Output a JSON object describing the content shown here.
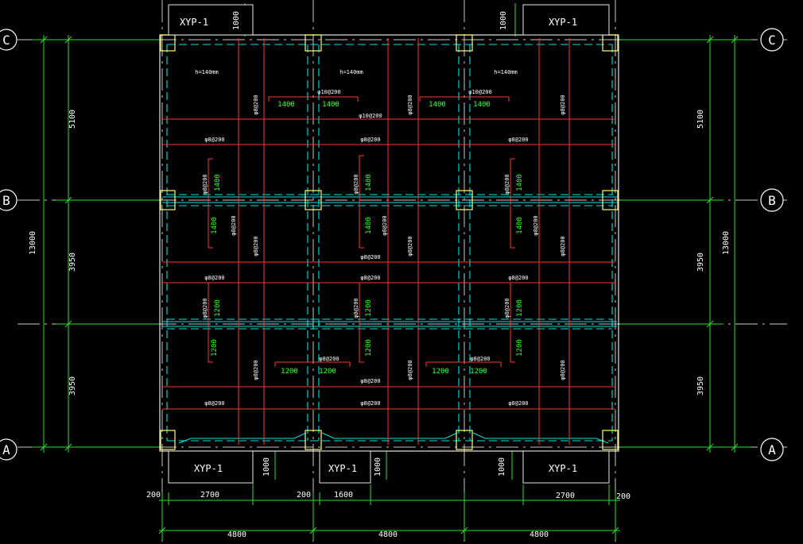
{
  "axes": [
    {
      "id": "C",
      "label": "C"
    },
    {
      "id": "B",
      "label": "B"
    },
    {
      "id": "A",
      "label": "A"
    }
  ],
  "boxes": {
    "top_left": "XYP-1",
    "top_right": "XYP-1",
    "bottom_left": "XYP-1",
    "bottom_mid": "XYP-1",
    "bottom_right": "XYP-1"
  },
  "dims": {
    "left_5100": "5100",
    "left_3950_upper": "3950",
    "left_3950_lower": "3950",
    "left_total": "13000",
    "right_5100": "5100",
    "right_3950_upper": "3950",
    "right_3950_lower": "3950",
    "right_total": "13000",
    "top_1000_left": "1000",
    "top_1000_right": "1000",
    "bottom_1000_left": "1000",
    "bottom_1000_mid": "1000",
    "bottom_1000_right": "1000",
    "b_200_left": "200",
    "b_2700_left": "2700",
    "b_200_mid": "200",
    "b_1600": "1600",
    "b_2700_right": "2700",
    "b_200_right": "200",
    "span_4800_1": "4800",
    "span_4800_2": "4800",
    "span_4800_3": "4800"
  },
  "slab_notes": {
    "h1": "h=140mm",
    "h2": "h=140mm",
    "h3": "h=140mm"
  },
  "rebar": {
    "c1": "φ10@200",
    "c2": "φ10@200",
    "c3": "φ10@200",
    "v1": "φ8@200",
    "v2": "φ8@200",
    "v3": "φ8@200",
    "v4": "φ8@200",
    "v5": "φ8@200",
    "v6": "φ8@200",
    "bot_v1": "φ8@200",
    "bot_v2": "φ8@200",
    "bot_v3": "φ8@200",
    "h_r1_1": "φ8@200",
    "h_r1_2": "φ8@200",
    "h_r1_3": "φ8@200",
    "h_r2_1": "φ8@200",
    "h_r2_2": "φ8@200",
    "h_r2_3": "φ8@200",
    "h_r3_1": "φ8@200",
    "h_r3_2": "φ8@200",
    "h_r3_3": "φ8@200",
    "h_r4_1": "φ8@200",
    "h_r4_2": "φ8@200",
    "h_r4_3": "φ8@200",
    "t1": "φ8@200",
    "t2": "φ8@200",
    "b_t1": "φ8@200",
    "b_t2": "φ8@200",
    "sv1": "φ8@200",
    "sv2": "φ8@200",
    "sv3": "φ8@200",
    "sv4": "φ8@200",
    "sv5": "φ8@200",
    "sv6": "φ8@200",
    "sv7": "φ8@200",
    "sv8": "φ8@200",
    "sv9": "φ8@200"
  },
  "lengths": {
    "top_a": "1400",
    "top_b": "1400",
    "top_c": "1400",
    "top_d": "1400",
    "mid_a": "1400",
    "mid_b": "1400",
    "mid_c": "1400",
    "mid_d": "1400",
    "mid_e": "1400",
    "mid_f": "1400",
    "low_a": "1200",
    "low_b": "1200",
    "low_c": "1200",
    "low_d": "1200",
    "low_e": "1200",
    "low_f": "1200",
    "bot_a": "1200",
    "bot_b": "1200",
    "bot_c": "1200",
    "bot_d": "1200"
  },
  "colors": {
    "grid": "#2de02d",
    "axis": "#ffffff",
    "column": "#ffff66",
    "beam": "#00e5e5",
    "slab_edge": "#e0e0e0",
    "rebar": "#ff3333",
    "dimension": "#33ff33"
  }
}
